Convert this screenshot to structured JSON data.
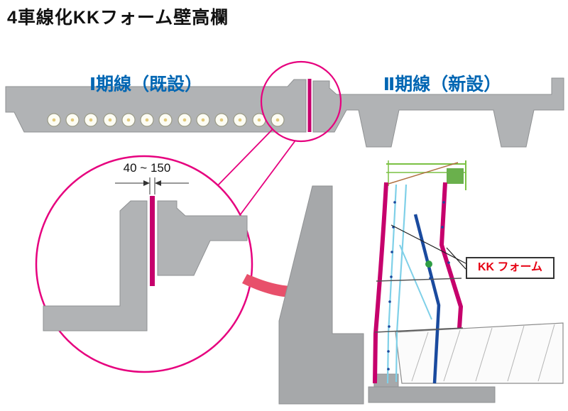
{
  "title": "4車線化KKフォーム壁高欄",
  "overview": {
    "phase1_label": "Ⅰ期線（既設）",
    "phase2_label": "Ⅱ期線（新設）"
  },
  "magnifier": {
    "dimension_label": "40 ~ 150"
  },
  "detail": {
    "kk_form_label": "KK フォーム"
  },
  "colors": {
    "phase_label_blue": "#0066b3",
    "highlight_pink": "#e6007e",
    "joint_magenta": "#c6006c",
    "kk_red": "#e60012",
    "arrow_pink": "#e8506b",
    "form_cyan": "#7fd0e8",
    "brace_blue": "#1a4a9e",
    "bracket_green": "#6ab04c",
    "concrete_gray": "#b1b3b5"
  }
}
